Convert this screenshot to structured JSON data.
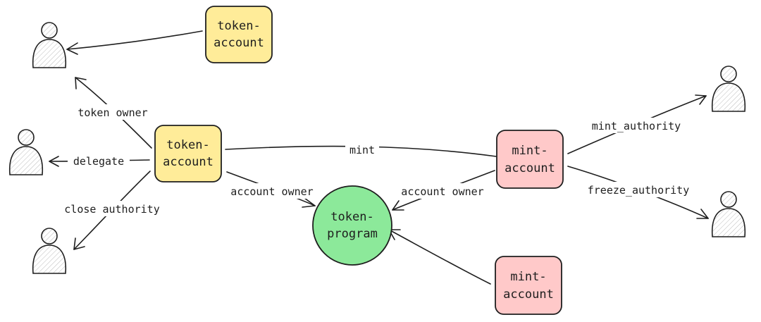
{
  "nodes": {
    "token_account_top": {
      "line1": "token-",
      "line2": "account"
    },
    "token_account_main": {
      "line1": "token-",
      "line2": "account"
    },
    "mint_account_main": {
      "line1": "mint-",
      "line2": "account"
    },
    "mint_account_bottom": {
      "line1": "mint-",
      "line2": "account"
    },
    "token_program": {
      "line1": "token-",
      "line2": "program"
    }
  },
  "edges": {
    "token_owner": "token owner",
    "delegate": "delegate",
    "close_authority": "close authority",
    "mint": "mint",
    "account_owner_left": "account owner",
    "account_owner_right": "account owner",
    "mint_authority": "mint_authority",
    "freeze_authority": "freeze_authority"
  },
  "colors": {
    "token_account_fill": "#ffec99",
    "mint_account_fill": "#ffc9c9",
    "token_program_fill": "#8ce99a",
    "stroke": "#1e1e1e"
  },
  "icons": {
    "person": "person-icon"
  }
}
